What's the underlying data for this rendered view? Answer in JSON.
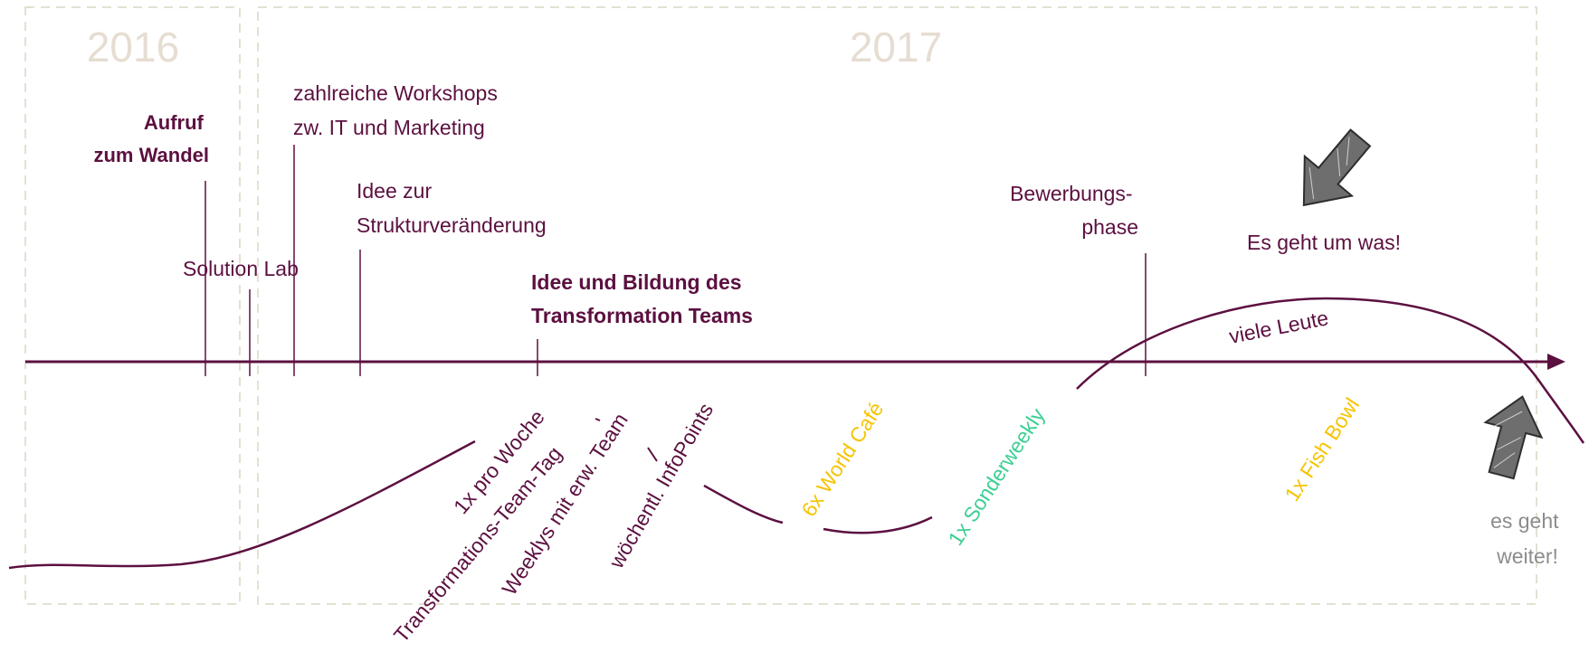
{
  "years": [
    "2016",
    "2017"
  ],
  "events_above": [
    {
      "id": "aufruf",
      "lines": [
        "Aufruf",
        "zum Wandel"
      ],
      "bold": true
    },
    {
      "id": "solution-lab",
      "lines": [
        "Solution Lab"
      ],
      "bold": false
    },
    {
      "id": "workshops",
      "lines": [
        "zahlreiche Workshops",
        "zw. IT und Marketing"
      ],
      "bold": false
    },
    {
      "id": "strukturveraenderung",
      "lines": [
        "Idee zur",
        "Strukturveränderung"
      ],
      "bold": false
    },
    {
      "id": "transformation-team",
      "lines": [
        "Idee und Bildung des",
        "Transformation Teams"
      ],
      "bold": true
    },
    {
      "id": "bewerbungsphase",
      "lines": [
        "Bewerbungs-",
        "phase"
      ],
      "bold": false
    }
  ],
  "events_below": [
    {
      "id": "pro-woche",
      "text": "1x pro Woche",
      "color": "#5c1040"
    },
    {
      "id": "team-tag",
      "text": "Transformations-Team-Tag",
      "color": "#5c1040"
    },
    {
      "id": "weeklys",
      "text": "Weeklys mit erw. Team",
      "color": "#5c1040"
    },
    {
      "id": "infopoints",
      "text": "wöchentl. InfoPoints",
      "color": "#5c1040"
    },
    {
      "id": "world-cafe",
      "text": "6x World Café",
      "color": "#f5c400"
    },
    {
      "id": "sonderweekly",
      "text": "1x Sonderweekly",
      "color": "#3ccf93"
    },
    {
      "id": "fish-bowl",
      "text": "1x Fish Bowl",
      "color": "#f5c400"
    }
  ],
  "curve_label": "viele Leute",
  "callouts": {
    "top": "Es geht um was!",
    "bottom": [
      "es geht",
      "weiter!"
    ]
  },
  "colors": {
    "primary": "#5c1040",
    "year": "#e6ddd2",
    "box_border": "#e4e0d2",
    "gray": "#8c8c8c",
    "yellow": "#f5c400",
    "green": "#3ccf93"
  }
}
